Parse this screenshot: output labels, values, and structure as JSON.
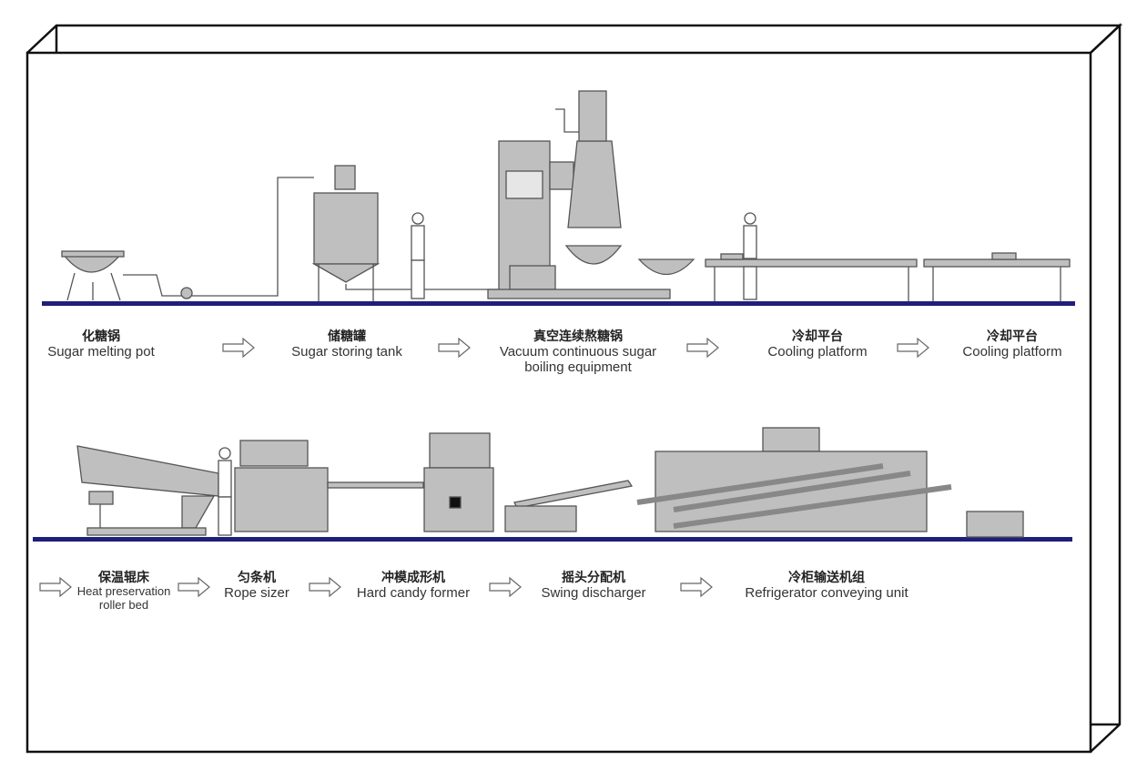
{
  "row1": [
    {
      "zh": "化糖锅",
      "en": "Sugar melting pot"
    },
    {
      "zh": "储糖罐",
      "en": "Sugar storing tank"
    },
    {
      "zh": "真空连续熬糖锅",
      "en": "Vacuum continuous sugar",
      "en2": "boiling equipment"
    },
    {
      "zh": "冷却平台",
      "en": "Cooling platform"
    },
    {
      "zh": "冷却平台",
      "en": "Cooling platform"
    }
  ],
  "row2": [
    {
      "zh": "保温辊床",
      "en": "Heat preservation",
      "en2": "roller bed"
    },
    {
      "zh": "匀条机",
      "en": "Rope sizer"
    },
    {
      "zh": "冲模成形机",
      "en": "Hard candy former"
    },
    {
      "zh": "摇头分配机",
      "en": "Swing discharger"
    },
    {
      "zh": "冷柜输送机组",
      "en": "Refrigerator conveying unit"
    }
  ],
  "colors": {
    "floor": "#1f1f7a",
    "machine": "#bfbfbf",
    "outline": "#555555",
    "frame": "#111111"
  }
}
